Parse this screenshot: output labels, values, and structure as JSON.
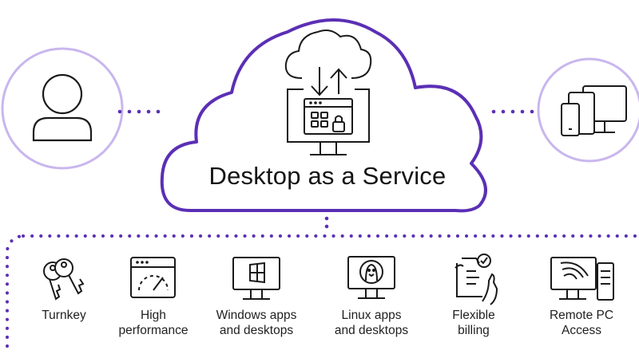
{
  "diagram": {
    "title": "Desktop as a Service",
    "colors": {
      "accent": "#5B2FB5",
      "light_accent": "#C9B6EE",
      "icon_stroke": "#1a1a1a"
    },
    "left_node_icon": "user-icon",
    "right_node_icon": "devices-icon",
    "cloud_icon": "cloud-sync-monitor-icon",
    "features": [
      {
        "icon": "keys-icon",
        "label_line1": "Turnkey",
        "label_line2": ""
      },
      {
        "icon": "speedometer-window-icon",
        "label_line1": "High",
        "label_line2": "performance"
      },
      {
        "icon": "windows-monitor-icon",
        "label_line1": "Windows apps",
        "label_line2": "and desktops"
      },
      {
        "icon": "linux-monitor-icon",
        "label_line1": "Linux apps",
        "label_line2": "and desktops"
      },
      {
        "icon": "billing-hand-icon",
        "label_line1": "Flexible",
        "label_line2": "billing"
      },
      {
        "icon": "remote-pc-icon",
        "label_line1": "Remote PC",
        "label_line2": "Access"
      }
    ]
  }
}
